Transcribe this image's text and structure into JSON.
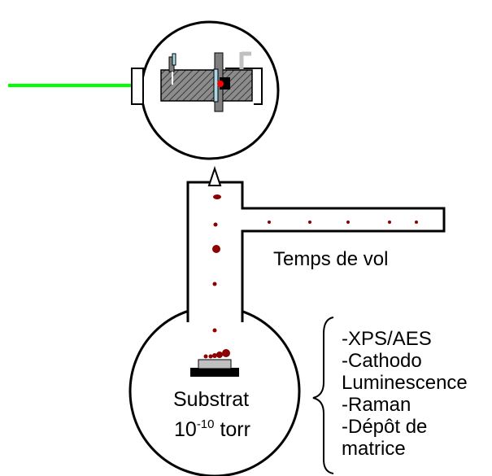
{
  "labels": {
    "time_of_flight": "Temps de vol",
    "substrate": "Substrat",
    "pressure_value": "10",
    "pressure_exponent": "-10",
    "pressure_unit": "torr"
  },
  "techniques": [
    "-XPS/AES",
    "-Cathodo",
    "Luminescence",
    "-Raman",
    "-Dépôt de",
    "matrice"
  ],
  "colors": {
    "laser": "#00ff00",
    "cluster": "#8b0000",
    "block": "#7f7f7f",
    "lens": "#add8e6",
    "outline": "#000000"
  }
}
